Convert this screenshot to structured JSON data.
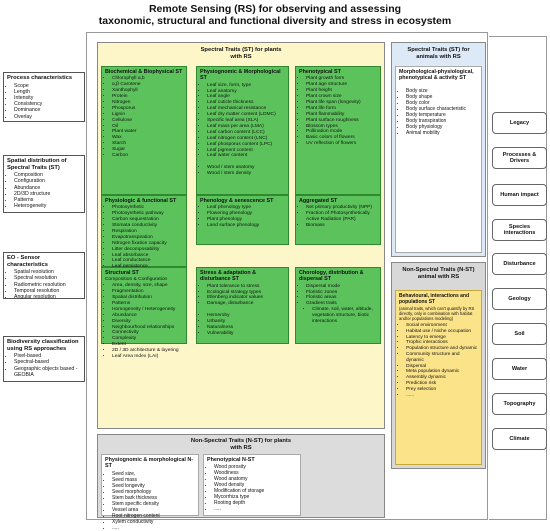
{
  "title": {
    "line1": "Remote Sensing (RS) for observing and assessing",
    "line2": "taxonomic, structural and functional diversity and stress in ecosystem"
  },
  "left": {
    "process": {
      "heading": "Process characteristics",
      "items": [
        "Scope",
        "Length",
        "Intensity",
        "Consistency",
        "Dominance",
        "Overlay"
      ]
    },
    "spatial": {
      "heading": "Spatial distribution of Spectral Traits (ST)",
      "items": [
        "Composition",
        "Configuration",
        "Abundance",
        "2D/3D structure",
        "Patterns",
        "Heterogeneity"
      ]
    },
    "eo": {
      "heading": "EO - Sensor characteristics",
      "items": [
        "Spatial resolution",
        "Spectral resolution",
        "Radiometric resolution",
        "Temporal resolution",
        "Angular resolution"
      ]
    },
    "bio": {
      "heading": "Biodiversity classification using RS approaches",
      "items": [
        "Pixel-based",
        "Spectral-based",
        "Geographic objects based - GEOBIA"
      ]
    }
  },
  "plants_st": {
    "heading_l1": "Spectral Traits (ST) for plants",
    "heading_l2": "with RS",
    "biochem": {
      "heading": "Biochemical & Biophysical ST",
      "items": [
        "Chlorophyll a,b",
        "α,β Carotene",
        "Xanthophyll",
        "Protein",
        "Nitrogen",
        "Phosporus",
        "Lignin",
        "Cellulose",
        "Oil",
        "Plant water",
        "Wax",
        "Starch",
        "Sugar",
        "Carbon"
      ]
    },
    "physio_morph": {
      "heading": "Physiognomic & Morphological ST",
      "items": [
        "Leaf size, form, type",
        "Leaf anatomy",
        "Leaf angle",
        "Leaf cuticle thickness",
        "Leaf mechanical resistance",
        "Leaf dry matter content (LDMC)",
        "Specific leaf area (SLA)",
        "Leaf mass per area (LMA)",
        "Leaf carbon content (LCC)",
        "Leaf nitrogen content (LNC)",
        "Leaf phosporus content (LPC)",
        "Leaf pigment content",
        "Leaf water content",
        "",
        "Wood / stem anatomy",
        "Wood / stem density"
      ]
    },
    "phenotypical": {
      "heading": "Phenotypical ST",
      "items": [
        "Plant growth form",
        "Plant age structure",
        "Plant height",
        "Plant crown size",
        "Plant life span (longevity)",
        "Plant life form",
        "Plant flammability",
        "Plant surface roughness",
        "Blossom types",
        "Pollination mode",
        "Basic colors of flowers",
        "UV reflection of flowers"
      ]
    },
    "physio_func": {
      "heading": "Physiologic & functional ST",
      "items": [
        "Photosynthetic",
        "Photosynthetic pathway",
        "Carbon sequestration",
        "Stomata conductivity",
        "Respiration",
        "Evapotranspiration",
        "Nitrogen fixation capacity",
        "Litter decomposability",
        "Leaf absorbance",
        "Leaf conductance",
        "Leaf persistence",
        "Nutrient retention"
      ]
    },
    "phenology": {
      "heading": "Phenology & senescence ST",
      "items": [
        "Leaf phenology type",
        "Flowering phenology",
        "Plant phenology",
        "Land surface phenology"
      ]
    },
    "aggregated": {
      "heading": "Aggregated ST",
      "items": [
        "Net primary productivity (NPP)",
        "Fraction of Photosynthetically Active Radiation (PAR)",
        "Biomass"
      ]
    },
    "structural": {
      "heading": "Structural ST",
      "intro": "Composition & Configuration",
      "items": [
        "Area, density, size, shape",
        "Fragmentation",
        "Spatial distribution",
        "Patterns",
        "Homogeneity / Heterogeneity",
        "Abundance",
        "Diversity",
        "Neighbourhood relationships",
        "Connectivity",
        "Complexity",
        "Extent",
        "2D / 3D architecture & layering",
        "Leaf Area Index (LAI)"
      ]
    },
    "stress": {
      "heading": "Stress & adaptation & disturbance ST",
      "items": [
        "Plant tolerance to stress",
        "Ecological strategy types",
        "Ellenberg indicator values",
        "Damage, disturbance",
        "",
        "Hemeroby",
        "Urbanity",
        "Naturalness",
        "Vulnerability"
      ]
    },
    "chorology": {
      "heading": "Chorology, distribution & dispersal ST",
      "items": [
        "Dispersal mode",
        "Floristic zones",
        "Floristic areas",
        "Gradient traits"
      ],
      "sub": [
        "Climate, soil, water, altitude, vegetation structure, biotic interactions"
      ]
    }
  },
  "plants_nst": {
    "heading_l1": "Non-Spectral Traits (N-ST) for plants",
    "heading_l2": "with RS",
    "physio": {
      "heading": "Physiognomic & morphological N-ST",
      "items": [
        "Seed size,",
        "Seed mass",
        "Seed longevity",
        "Seed morphology",
        "Stem bark thickness",
        "Stem specific density",
        "Vessel area",
        "Root nitrogen content",
        "Xylem conductivity",
        "....."
      ]
    },
    "pheno": {
      "heading": "Phenotypical N-ST",
      "items": [
        "Wood porosity",
        "Woodiness",
        "Wood anatomy",
        "Wood density",
        "Modification of storage",
        "Mycorrhiza type",
        "Rooting depth",
        "....."
      ]
    }
  },
  "animals_st": {
    "heading_l1": "Spectral Traits (ST) for",
    "heading_l2": "animals with RS",
    "sub_heading": "Morphological-physiological, phenotypical & activity ST",
    "items": [
      "Body size",
      "Body shape",
      "Body color",
      "Body surface characteristic",
      "Body temperature",
      "Body transpiration",
      "Body physiology",
      "Animal mobility"
    ]
  },
  "animals_nst": {
    "heading_l1": "Non-Spectral Traits (N-ST)",
    "heading_l2": "animal with RS",
    "sub_heading": "Behavioural, interactions and populations ST",
    "note": "(animal traits, which can't quantify by RS directly, only in combination with habitat and/or populations modeling)",
    "items": [
      "Social environment",
      "Habitat use / Niche occupation",
      "Latency to emerge",
      "Trophic interactions",
      "Population structure and dynamic",
      "Community structure and dynamic",
      "Dispersal",
      "Meta population dynamic",
      "Assembly dynamic",
      "Prediction risk",
      "Prey selection",
      "......"
    ]
  },
  "right_buttons": [
    "Legacy",
    "Processes & Drivers",
    "Human impact",
    "Species interactions",
    "Disturbance",
    "Geology",
    "Soil",
    "Water",
    "Topography",
    "Climate"
  ]
}
